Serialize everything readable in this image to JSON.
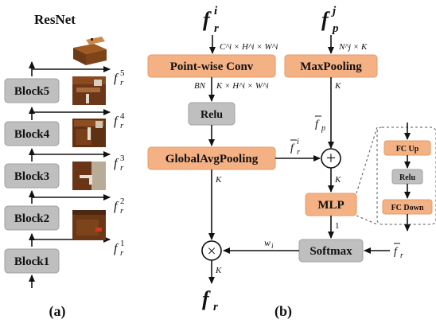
{
  "panel_a": {
    "title": "ResNet",
    "caption": "(a)",
    "blocks": [
      "Block5",
      "Block4",
      "Block3",
      "Block2",
      "Block1"
    ],
    "outputs": [
      {
        "base": "f",
        "sub": "r",
        "sup": "5"
      },
      {
        "base": "f",
        "sub": "r",
        "sup": "4"
      },
      {
        "base": "f",
        "sub": "r",
        "sup": "3"
      },
      {
        "base": "f",
        "sub": "r",
        "sup": "2"
      },
      {
        "base": "f",
        "sub": "r",
        "sup": "1"
      }
    ]
  },
  "panel_b": {
    "caption": "(b)",
    "input_r": {
      "base": "f",
      "sub": "r",
      "sup": "i"
    },
    "input_p": {
      "base": "f",
      "sub": "p",
      "sup": "j"
    },
    "output": {
      "base": "f",
      "sub": "r"
    },
    "nodes": {
      "pointwise_conv": "Point-wise Conv",
      "maxpooling": "MaxPooling",
      "relu": "Relu",
      "global_avg_pooling": "GlobalAvgPooling",
      "mlp": "MLP",
      "softmax": "Softmax"
    },
    "mlp_detail": {
      "fc_up": "FC Up",
      "relu": "Relu",
      "fc_down": "FC Down"
    },
    "dims": {
      "conv_in": "C^i × H^i × W^i",
      "bn": "BN",
      "conv_out": "K × H^i × W^i",
      "maxpool_in": "N^j × K",
      "maxpool_out": "K",
      "gap_out": "K",
      "sum_out": "K",
      "mlp_out": "1",
      "final_out": "K"
    },
    "edge_labels": {
      "fr_bar_i": {
        "base": "f",
        "sub": "r",
        "sup": "i"
      },
      "fp_bar": {
        "base": "f",
        "sub": "p"
      },
      "weight": {
        "base": "w",
        "sub": "i"
      },
      "fr_bar": {
        "base": "f",
        "sub": "r"
      }
    },
    "ops": {
      "plus": "+",
      "times": "×"
    }
  }
}
